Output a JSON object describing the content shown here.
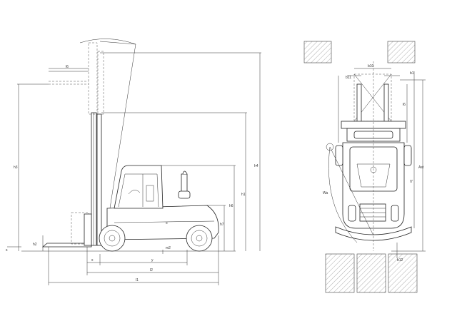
{
  "side_view": {
    "labels": {
      "l6": "l6",
      "h3": "h3",
      "h4": "h4",
      "h1": "h1",
      "h6": "h6",
      "h7": "h7",
      "h2": "h2",
      "s": "s",
      "m2": "m2",
      "x": "x",
      "y": "y",
      "l2": "l2",
      "l1": "l1"
    }
  },
  "top_view": {
    "labels": {
      "b11": "b11",
      "b10": "b10",
      "l6": "l6",
      "b1": "b1",
      "ast": "Ast",
      "wa": "Wa",
      "l7": "l7",
      "b12": "b12"
    }
  }
}
